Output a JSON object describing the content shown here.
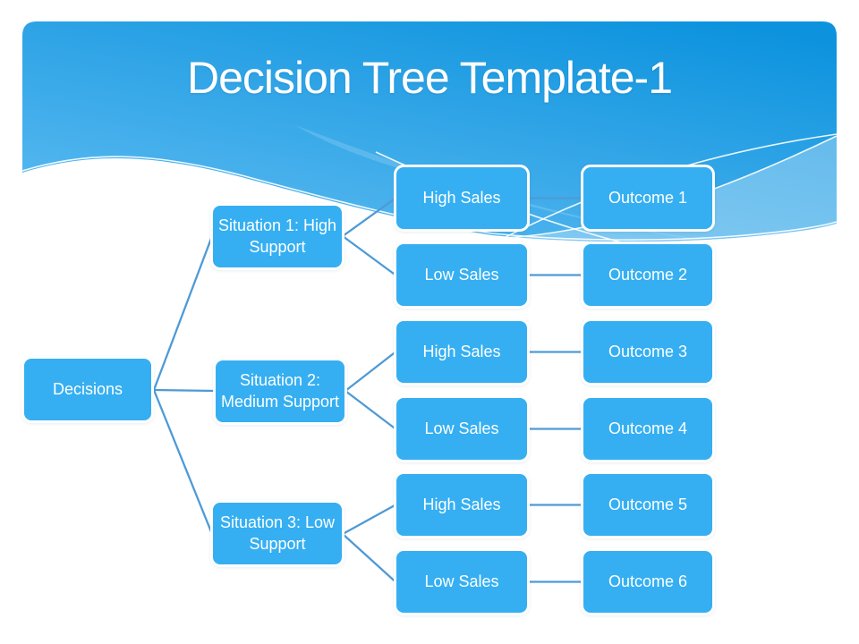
{
  "title": "Decision Tree Template-1",
  "colors": {
    "header_top": "#0d93de",
    "header_bottom": "#5cbbf1",
    "node_fill": "#35aff2",
    "node_border": "#ffffff",
    "node_text": "#ffffff",
    "title_text": "#ffffff",
    "connector": "#4e9ad6"
  },
  "tree": {
    "root": {
      "label": "Decisions"
    },
    "situations": [
      {
        "label": "Situation 1: High\nSupport",
        "children": [
          {
            "label": "High Sales",
            "outcome": "Outcome 1"
          },
          {
            "label": "Low Sales",
            "outcome": "Outcome 2"
          }
        ]
      },
      {
        "label": "Situation 2:\nMedium Support",
        "children": [
          {
            "label": "High Sales",
            "outcome": "Outcome 3"
          },
          {
            "label": "Low Sales",
            "outcome": "Outcome 4"
          }
        ]
      },
      {
        "label": "Situation 3: Low\nSupport",
        "children": [
          {
            "label": "High Sales",
            "outcome": "Outcome 5"
          },
          {
            "label": "Low Sales",
            "outcome": "Outcome 6"
          }
        ]
      }
    ]
  }
}
